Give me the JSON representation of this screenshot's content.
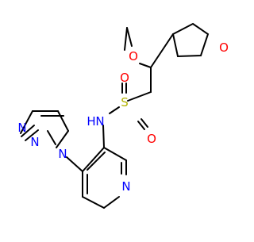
{
  "molecule": {
    "atom_labels": {
      "methoxy_oxygen": "O",
      "thf_oxygen": "O",
      "sulfur": "S",
      "sulfonyl_oxygen_top": "O",
      "sulfonyl_oxygen_bottom": "O",
      "amine_nh": "H",
      "amine_n": "N",
      "triazole_n1": "N",
      "triazole_n2": "N",
      "triazole_n3": "N",
      "pyridine_n": "N"
    },
    "colors": {
      "oxygen": "#ff0000",
      "nitrogen": "#0000ff",
      "sulfur": "#b2b200",
      "bond": "#000000",
      "background": "#ffffff"
    }
  }
}
